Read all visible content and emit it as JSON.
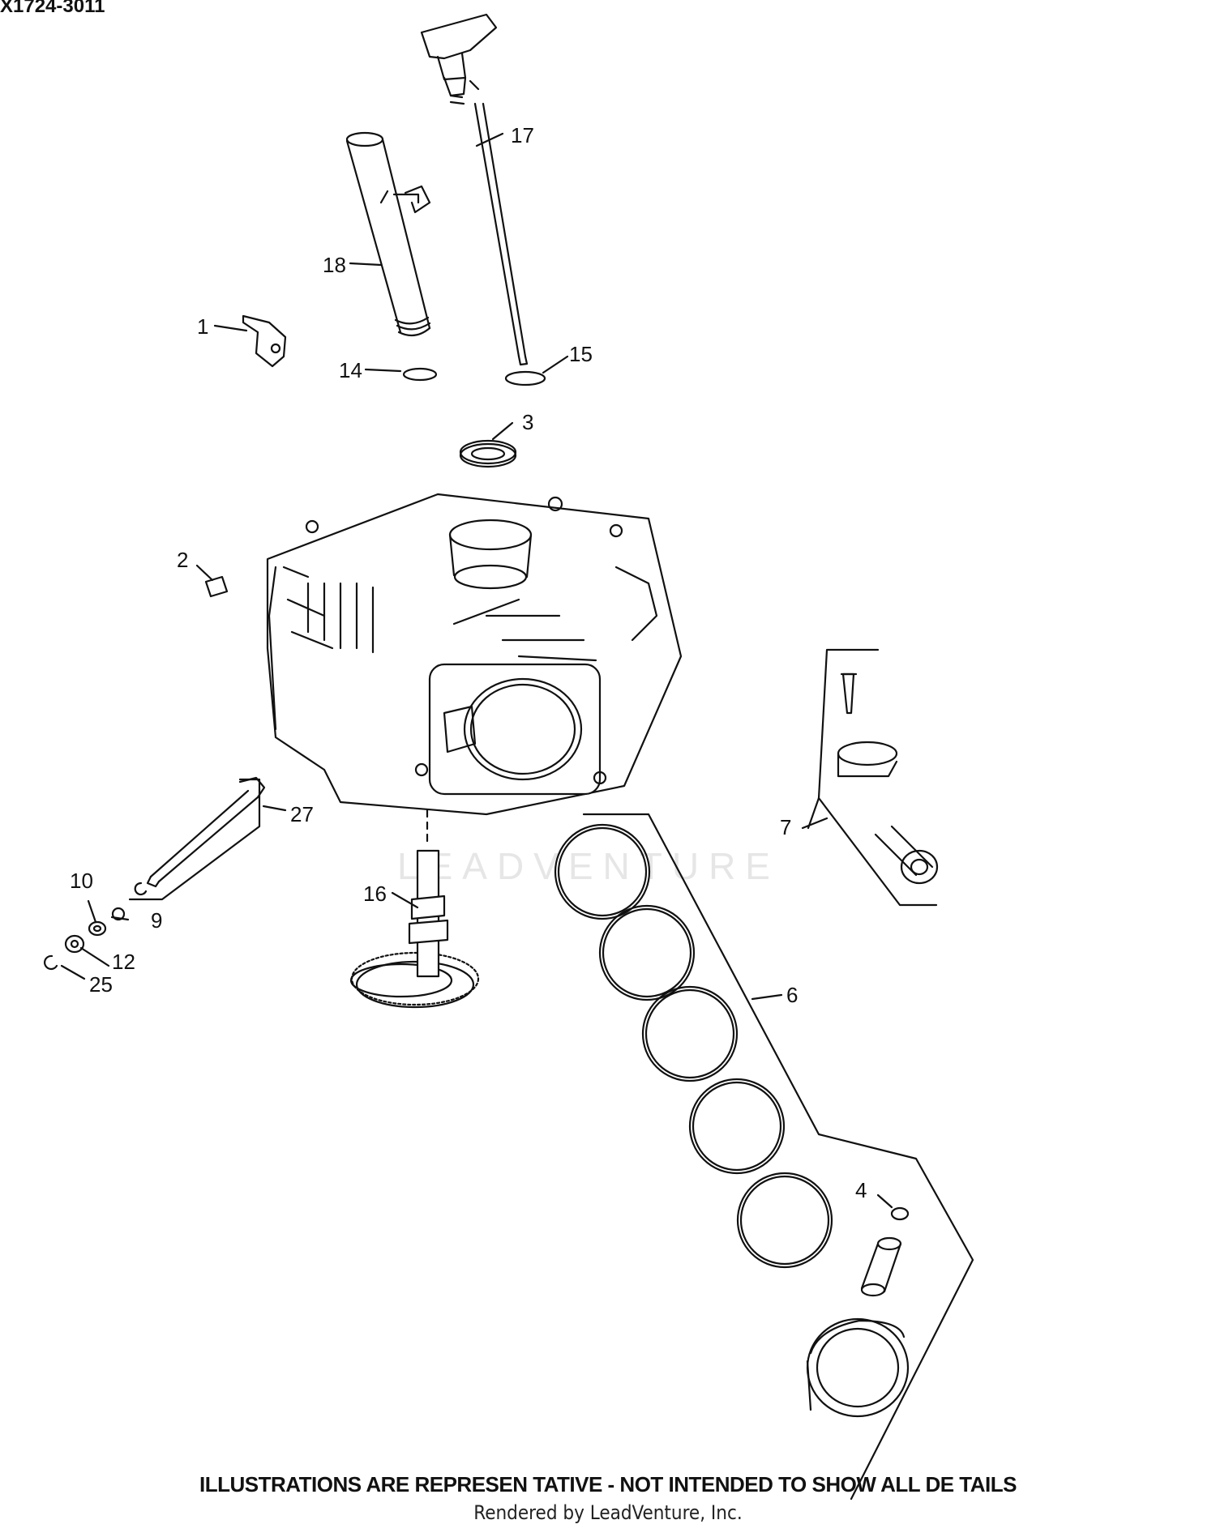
{
  "diagram": {
    "reference_code": "X1724-3011",
    "watermark": "LEADVENTURE",
    "disclaimer": "ILLUSTRATIONS ARE REPRESEN   TATIVE - NOT INTENDED   TO SHOW ALL DE TAILS",
    "rendered_by": "Rendered by LeadVenture, Inc.",
    "callouts": [
      "1",
      "2",
      "3",
      "4",
      "6",
      "7",
      "9",
      "10",
      "12",
      "14",
      "15",
      "16",
      "17",
      "18",
      "25",
      "27"
    ]
  }
}
